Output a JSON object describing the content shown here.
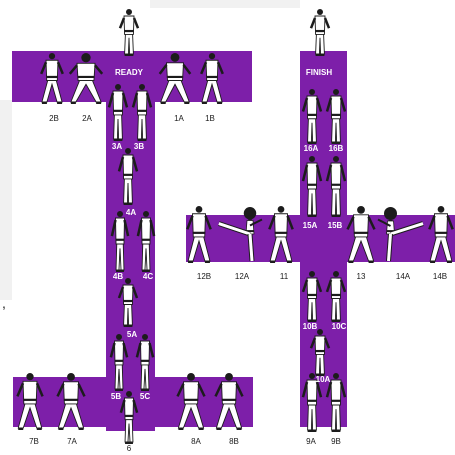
{
  "diagram": {
    "colors": {
      "path": "#7d1fa9",
      "figure_ink": "#1c1c1c",
      "gi": "#ffffff"
    },
    "headings": {
      "ready": "READY",
      "finish": "FINISH"
    },
    "step_labels": {
      "s2B": "2B",
      "s2A": "2A",
      "s1A": "1A",
      "s1B": "1B",
      "s3A": "3A",
      "s3B": "3B",
      "s4A": "4A",
      "s4B": "4B",
      "s4C": "4C",
      "s5A": "5A",
      "s5B": "5B",
      "s5C": "5C",
      "s6": "6",
      "s7B": "7B",
      "s7A": "7A",
      "s8A": "8A",
      "s8B": "8B",
      "s16A": "16A",
      "s16B": "16B",
      "s15A": "15A",
      "s15B": "15B",
      "s12B": "12B",
      "s12A": "12A",
      "s11": "11",
      "s13": "13",
      "s14A": "14A",
      "s14B": "14B",
      "s10B": "10B",
      "s10C": "10C",
      "s10A": "10A",
      "s9A": "9A",
      "s9B": "9B"
    },
    "stray_mark": ","
  }
}
